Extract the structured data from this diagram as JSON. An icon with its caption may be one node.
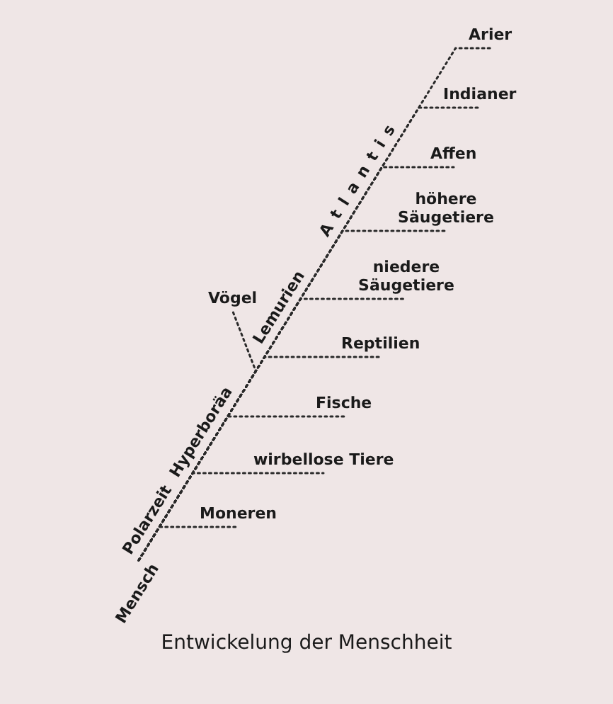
{
  "diagram": {
    "caption": "Entwickelung der Menschheit",
    "nodes": [
      {
        "text": [
          "Arier"
        ]
      },
      {
        "text": [
          "Indianer"
        ]
      },
      {
        "text": [
          "Affen"
        ]
      },
      {
        "text": [
          "höhere Säugetiere"
        ]
      },
      {
        "text": [
          "niedere Säugetiere"
        ]
      },
      {
        "text": [
          "Vögel"
        ]
      },
      {
        "text": [
          "Reptilien"
        ]
      },
      {
        "text": [
          "Fische"
        ]
      },
      {
        "text": [
          "wirbellose Tiere"
        ]
      },
      {
        "text": [
          "Moneren"
        ]
      },
      {
        "text": [
          "Mensch"
        ]
      }
    ],
    "edges": [
      {
        "from": 10,
        "to": 0,
        "arrow": "none"
      },
      {
        "from": 10,
        "to": 1,
        "arrow": "none"
      },
      {
        "from": 10,
        "to": 2,
        "arrow": "none"
      },
      {
        "from": 10,
        "to": 3,
        "arrow": "none"
      },
      {
        "from": 10,
        "to": 4,
        "arrow": "none"
      },
      {
        "from": 10,
        "to": 5,
        "arrow": "none"
      },
      {
        "from": 10,
        "to": 6,
        "arrow": "none"
      },
      {
        "from": 10,
        "to": 7,
        "arrow": "none"
      },
      {
        "from": 10,
        "to": 8,
        "arrow": "none"
      },
      {
        "from": 10,
        "to": 9,
        "arrow": "none"
      }
    ],
    "labels": [
      "Atlantis",
      "Lemurien",
      "Hyperboräa",
      "Polarzeit"
    ]
  }
}
